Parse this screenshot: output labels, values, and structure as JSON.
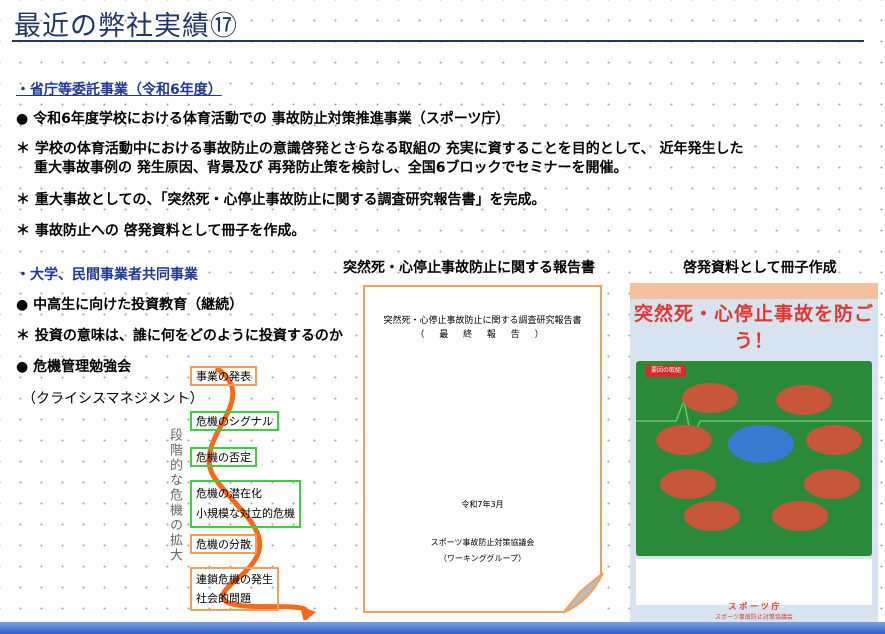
{
  "page": {
    "title": "最近の弊社実績⑰"
  },
  "sections": {
    "s1_header": "・省庁等委託事業（令和6年度）",
    "s1_item": "● 令和6年度学校における体育活動での 事故防止対策推進事業（スポーツ庁）",
    "s1_note1a": "＊ 学校の体育活動中における事故防止の意識啓発とさらなる取組の 充実に資することを目的として、 近年発生した",
    "s1_note1b": "重大事故事例の 発生原因、背景及び 再発防止策を検討し、全国6ブロックでセミナーを開催。",
    "s1_note2": "＊ 重大事故としての、「突然死・心停止事故防止に関する調査研究報告書」を完成。",
    "s1_note3": "＊ 事故防止への 啓発資料として冊子を作成。",
    "s2_header": "・大学、民間事業者共同事業",
    "s2_item1": "● 中高生に向けた投資教育（継続）",
    "s2_note": "＊ 投資の意味は、誰に何をどのように投資するのか",
    "s2_item2": "● 危機管理勉強会",
    "s2_item2_sub": "（クライシスマネジメント）"
  },
  "captions": {
    "report": "突然死・心停止事故防止に関する報告書",
    "booklet": "啓発資料として冊子作成"
  },
  "report": {
    "title": "突然死・心停止事故防止に関する調査研究報告書",
    "subtitle": "（ 最 終 報 告 ）",
    "date": "令和7年3月",
    "org": "スポーツ事故防止対策協議会",
    "wg": "（ワーキンググループ）"
  },
  "booklet": {
    "title": "突然死・心停止事故を防ごう！",
    "tag": "要因の取組",
    "footer": "ス ポ ー ツ 庁",
    "footer2": "スポーツ事故防止対策協議会"
  },
  "diagram": {
    "vertical_label": "段階的な危機の拡大",
    "boxes": [
      "事業の発表",
      "危機のシグナル",
      "危機の否定",
      "危機の潜在化",
      "小規模な対立的危機",
      "危機の分散",
      "連鎖危機の発生",
      "社会的問題"
    ]
  },
  "colors": {
    "title": "#1f3864",
    "accent_blue": "#1f3a93",
    "orange_border": "#f2a05a",
    "green_border": "#3fd03f",
    "booklet_red": "#e0382c"
  }
}
